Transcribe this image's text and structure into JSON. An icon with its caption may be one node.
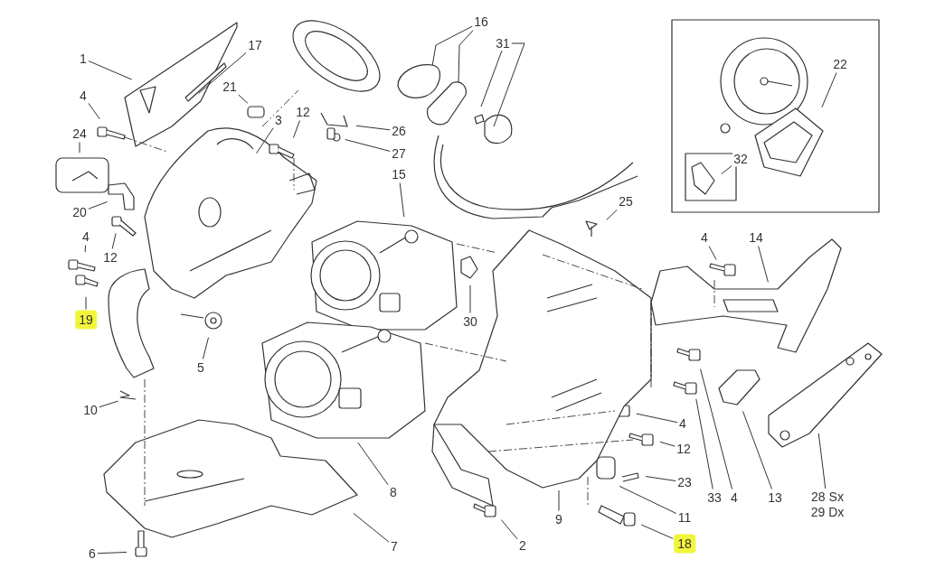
{
  "diagram": {
    "nodes": [
      {
        "text": [
          "1"
        ]
      },
      {
        "text": [
          "17"
        ]
      },
      {
        "text": [
          "4"
        ]
      },
      {
        "text": [
          "24"
        ]
      },
      {
        "text": [
          "21"
        ]
      },
      {
        "text": [
          "3"
        ]
      },
      {
        "text": [
          "12"
        ]
      },
      {
        "text": [
          "26"
        ]
      },
      {
        "text": [
          "27"
        ]
      },
      {
        "text": [
          "20"
        ]
      },
      {
        "text": [
          "12"
        ]
      },
      {
        "text": [
          "4"
        ]
      },
      {
        "text": [
          "19"
        ]
      },
      {
        "text": [
          "15"
        ]
      },
      {
        "text": [
          "16"
        ]
      },
      {
        "text": [
          "31"
        ]
      },
      {
        "text": [
          "22"
        ]
      },
      {
        "text": [
          "32"
        ]
      },
      {
        "text": [
          "25"
        ]
      },
      {
        "text": [
          "4"
        ]
      },
      {
        "text": [
          "14"
        ]
      },
      {
        "text": [
          "30"
        ]
      },
      {
        "text": [
          "5"
        ]
      },
      {
        "text": [
          "10"
        ]
      },
      {
        "text": [
          "8"
        ]
      },
      {
        "text": [
          "7"
        ]
      },
      {
        "text": [
          "6"
        ]
      },
      {
        "text": [
          "2"
        ]
      },
      {
        "text": [
          "9"
        ]
      },
      {
        "text": [
          "18"
        ]
      },
      {
        "text": [
          "11"
        ]
      },
      {
        "text": [
          "23"
        ]
      },
      {
        "text": [
          "12"
        ]
      },
      {
        "text": [
          "4"
        ]
      },
      {
        "text": [
          "33"
        ]
      },
      {
        "text": [
          "4"
        ]
      },
      {
        "text": [
          "13"
        ]
      },
      {
        "text": [
          "28 Sx",
          "29 Dx"
        ]
      }
    ],
    "edges": [
      {
        "from": 0,
        "to": null,
        "arrow": "none"
      },
      {
        "from": 1,
        "to": null,
        "arrow": "none"
      },
      {
        "from": 2,
        "to": null,
        "arrow": "none"
      },
      {
        "from": 3,
        "to": null,
        "arrow": "none"
      },
      {
        "from": 4,
        "to": null,
        "arrow": "none"
      },
      {
        "from": 5,
        "to": null,
        "arrow": "none"
      },
      {
        "from": 6,
        "to": null,
        "arrow": "none"
      },
      {
        "from": 7,
        "to": null,
        "arrow": "none"
      },
      {
        "from": 8,
        "to": null,
        "arrow": "none"
      },
      {
        "from": 9,
        "to": null,
        "arrow": "none"
      },
      {
        "from": 10,
        "to": null,
        "arrow": "none"
      },
      {
        "from": 11,
        "to": null,
        "arrow": "none"
      },
      {
        "from": 12,
        "to": null,
        "arrow": "none"
      },
      {
        "from": 13,
        "to": null,
        "arrow": "none"
      },
      {
        "from": 14,
        "to": null,
        "arrow": "none"
      },
      {
        "from": 14,
        "to": null,
        "arrow": "none"
      },
      {
        "from": 15,
        "to": null,
        "arrow": "none"
      },
      {
        "from": 15,
        "to": null,
        "arrow": "none"
      },
      {
        "from": 16,
        "to": null,
        "arrow": "none"
      },
      {
        "from": 17,
        "to": null,
        "arrow": "none"
      },
      {
        "from": 18,
        "to": null,
        "arrow": "none"
      },
      {
        "from": 19,
        "to": null,
        "arrow": "none"
      },
      {
        "from": 20,
        "to": null,
        "arrow": "none"
      },
      {
        "from": 21,
        "to": null,
        "arrow": "none"
      },
      {
        "from": 22,
        "to": null,
        "arrow": "none"
      },
      {
        "from": 23,
        "to": null,
        "arrow": "none"
      },
      {
        "from": 24,
        "to": null,
        "arrow": "none"
      },
      {
        "from": 25,
        "to": null,
        "arrow": "none"
      },
      {
        "from": 26,
        "to": null,
        "arrow": "none"
      },
      {
        "from": 27,
        "to": null,
        "arrow": "none"
      },
      {
        "from": 28,
        "to": null,
        "arrow": "none"
      },
      {
        "from": 29,
        "to": null,
        "arrow": "none"
      },
      {
        "from": 30,
        "to": null,
        "arrow": "none"
      },
      {
        "from": 31,
        "to": null,
        "arrow": "none"
      },
      {
        "from": 32,
        "to": null,
        "arrow": "none"
      },
      {
        "from": 33,
        "to": null,
        "arrow": "none"
      },
      {
        "from": 34,
        "to": null,
        "arrow": "none"
      },
      {
        "from": 35,
        "to": null,
        "arrow": "none"
      },
      {
        "from": 36,
        "to": null,
        "arrow": "none"
      },
      {
        "from": 37,
        "to": null,
        "arrow": "none"
      }
    ]
  }
}
